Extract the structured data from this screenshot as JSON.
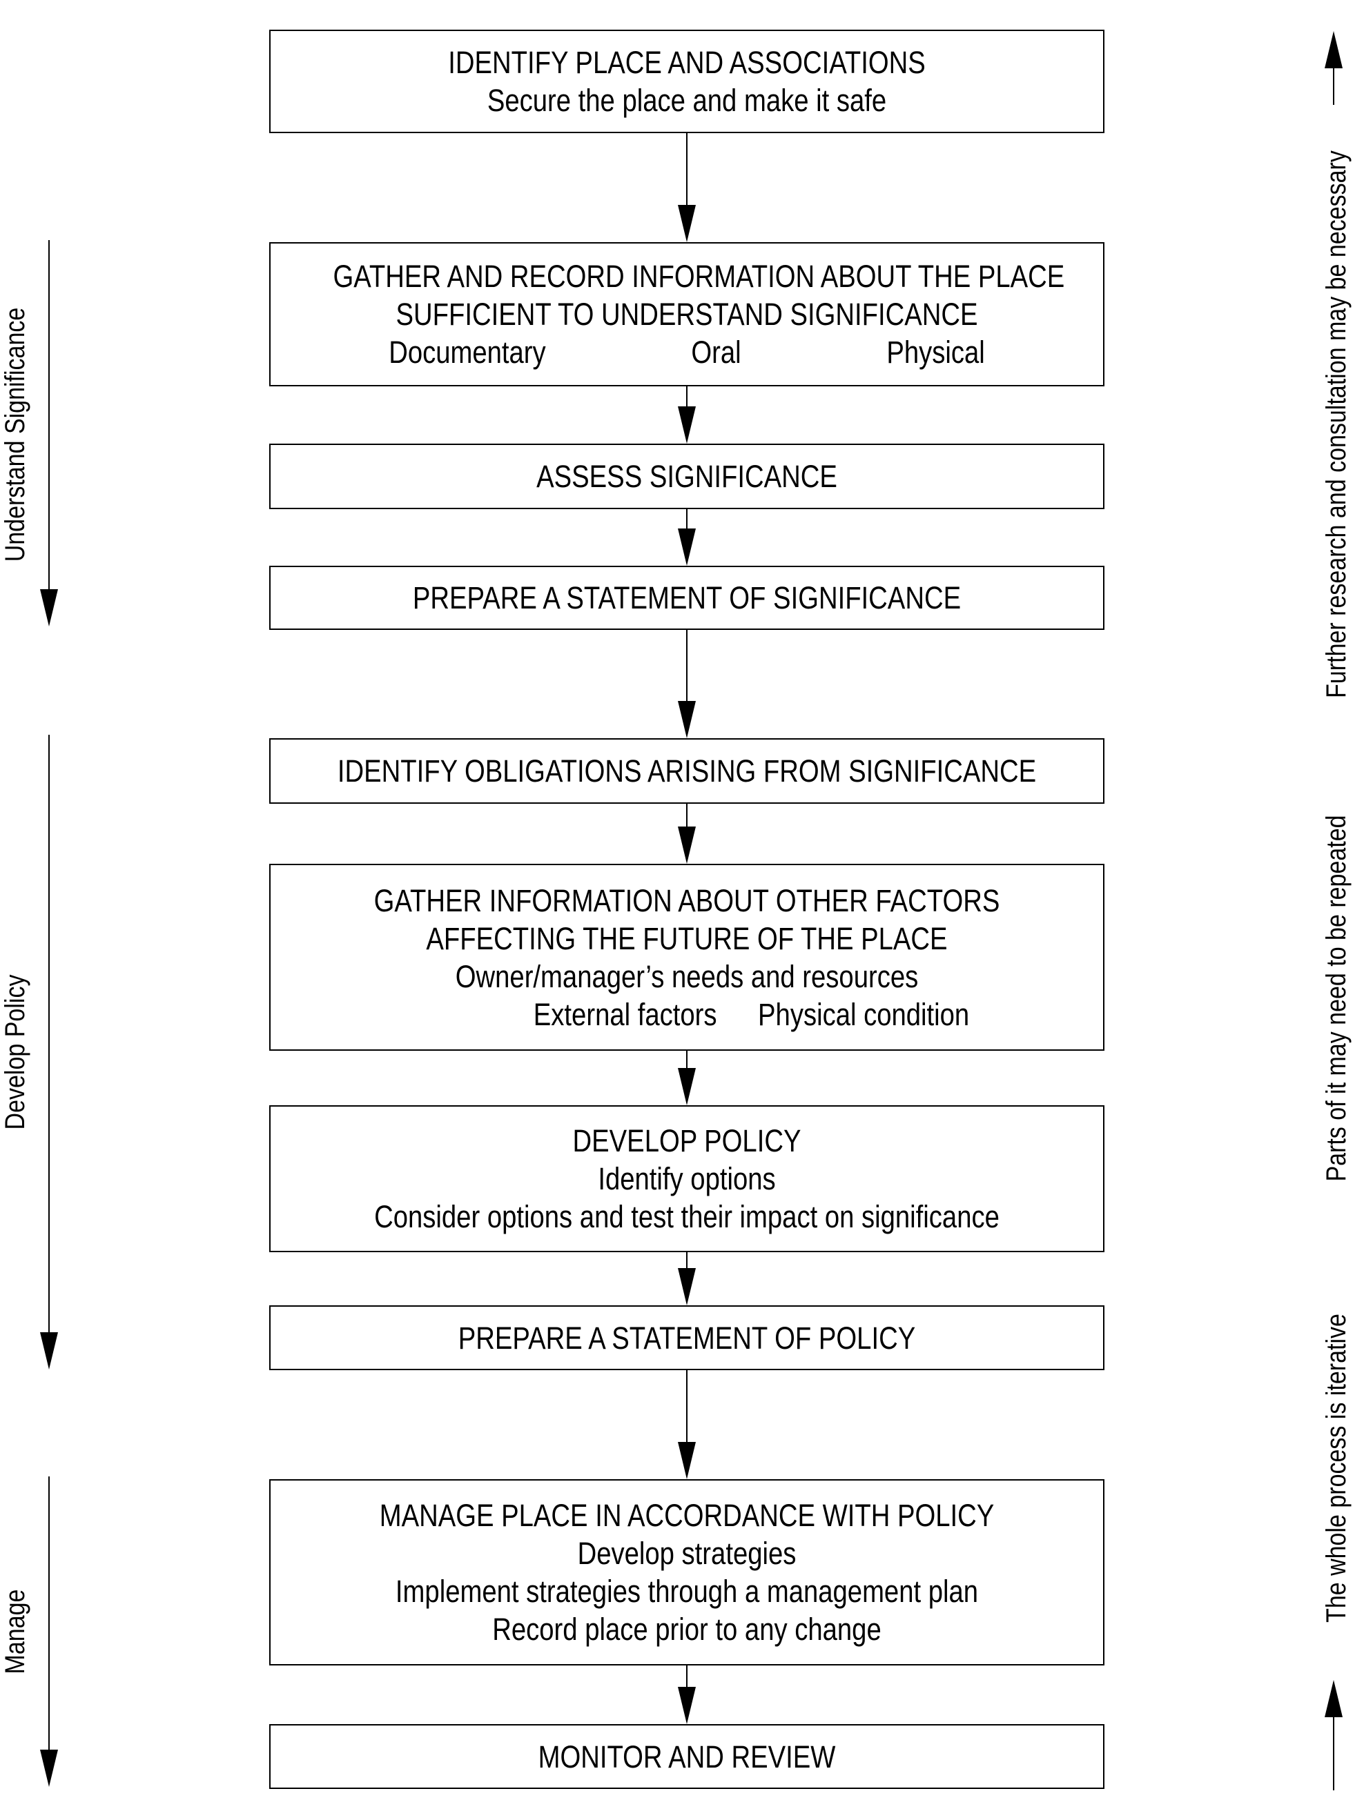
{
  "figure": {
    "background_color": "#ffffff",
    "ink_color": "#000000"
  },
  "left_sections": [
    {
      "label": "Understand Significance"
    },
    {
      "label": "Develop Policy"
    },
    {
      "label": "Manage"
    }
  ],
  "right_notes": [
    {
      "label": "Further research and consultation may be necessary"
    },
    {
      "label": "Parts of it may need to be repeated"
    },
    {
      "label": "The whole process is iterative"
    }
  ],
  "boxes": [
    {
      "lines": [
        "IDENTIFY PLACE AND ASSOCIATIONS",
        "Secure the place and make it safe"
      ]
    },
    {
      "lines": [
        "GATHER AND RECORD INFORMATION ABOUT THE PLACE",
        "SUFFICIENT TO UNDERSTAND SIGNIFICANCE"
      ],
      "items": [
        "Documentary",
        "Oral",
        "Physical"
      ]
    },
    {
      "lines": [
        "ASSESS SIGNIFICANCE"
      ]
    },
    {
      "lines": [
        "PREPARE A STATEMENT OF SIGNIFICANCE"
      ]
    },
    {
      "lines": [
        "IDENTIFY OBLIGATIONS ARISING FROM SIGNIFICANCE"
      ]
    },
    {
      "lines": [
        "GATHER INFORMATION ABOUT OTHER FACTORS",
        "AFFECTING THE FUTURE OF THE PLACE",
        "Owner/manager’s needs and resources"
      ],
      "items": [
        "External factors",
        "Physical condition"
      ]
    },
    {
      "lines": [
        "DEVELOP POLICY",
        "Identify options",
        "Consider options and test their impact on significance"
      ]
    },
    {
      "lines": [
        "PREPARE A STATEMENT OF POLICY"
      ]
    },
    {
      "lines": [
        "MANAGE PLACE IN ACCORDANCE WITH POLICY",
        "Develop strategies",
        "Implement strategies through a management plan",
        "Record place prior to any change"
      ]
    },
    {
      "lines": [
        "MONITOR AND REVIEW"
      ]
    }
  ]
}
